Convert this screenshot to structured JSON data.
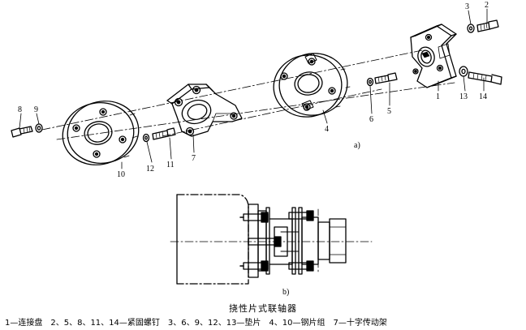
{
  "diagram": {
    "title": "挠性片式联轴器",
    "legend": "1—连接盘　2、5、8、11、14—紧固螺钉　3、6、9、12、13—垫片　4、10—钢片组　7—十字传动架",
    "view_a": "a)",
    "view_b": "b)",
    "part_numbers": {
      "p1": "1",
      "p2": "2",
      "p3": "3",
      "p4": "4",
      "p5": "5",
      "p6": "6",
      "p7": "7",
      "p8": "8",
      "p9": "9",
      "p10": "10",
      "p11": "11",
      "p12": "12",
      "p13": "13",
      "p14": "14"
    }
  }
}
